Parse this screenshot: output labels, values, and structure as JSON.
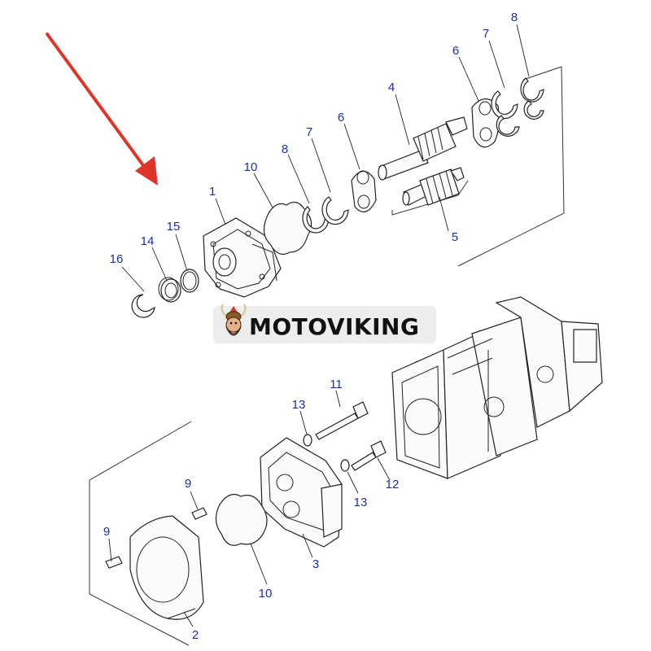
{
  "brand": {
    "name": "MOTOVIKING",
    "logo_icon": "viking-head-icon"
  },
  "colors": {
    "callout": "#1a2fb0",
    "arrow": "#e0342b",
    "line": "#222222"
  },
  "callouts": {
    "c1": "1",
    "c2": "2",
    "c3": "3",
    "c4": "4",
    "c5": "5",
    "c6a": "6",
    "c6b": "6",
    "c7a": "7",
    "c7b": "7",
    "c8a": "8",
    "c8b": "8",
    "c9a": "9",
    "c9b": "9",
    "c10a": "10",
    "c10b": "10",
    "c11": "11",
    "c12": "12",
    "c13a": "13",
    "c13b": "13",
    "c14": "14",
    "c15": "15",
    "c16": "16"
  }
}
